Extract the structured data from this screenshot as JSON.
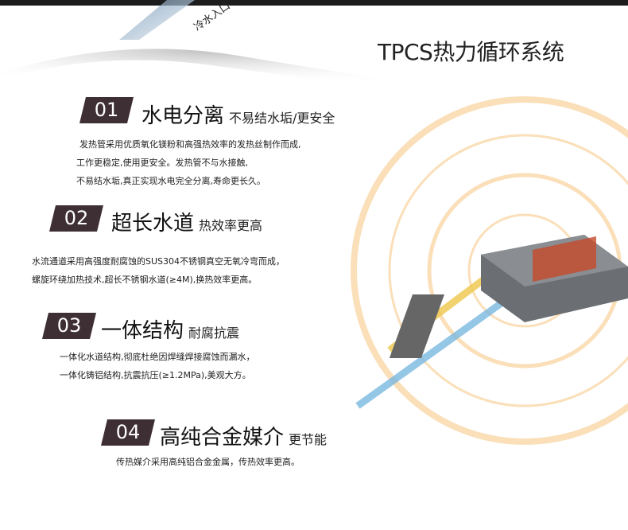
{
  "header": {
    "title": "TPCS热力循环系统",
    "inlet_label": "冷水入口"
  },
  "accent": "#3e2f34",
  "features": [
    {
      "num": "01",
      "title": "水电分离",
      "subtitle": "不易结水垢/更安全",
      "lines": [
        "发热管采用优质氧化镁粉和高强热效率的发热丝制作而成,",
        "工作更稳定,使用更安全。发热管不与水接触,",
        "不易结水垢,真正实现水电完全分离,寿命更长久。"
      ]
    },
    {
      "num": "02",
      "title": "超长水道",
      "subtitle": "热效率更高",
      "lines": [
        "水流通道采用高强度耐腐蚀的SUS304不锈钢真空无氧冷弯而成，",
        "螺旋环绕加热技术,超长不锈钢水道(≥4M),换热效率更高。"
      ]
    },
    {
      "num": "03",
      "title": "一体结构",
      "subtitle": "耐腐抗震",
      "lines": [
        "一体化水道结构,彻底杜绝因焊缝焊接腐蚀而漏水，",
        "一体化铸铝结构,抗震抗压(≥1.2MPa),美观大方。"
      ]
    },
    {
      "num": "04",
      "title": "高纯合金媒介",
      "subtitle": "更节能",
      "lines": [
        "传热媒介采用高纯铝合金金属，传热效率更高。"
      ]
    }
  ]
}
